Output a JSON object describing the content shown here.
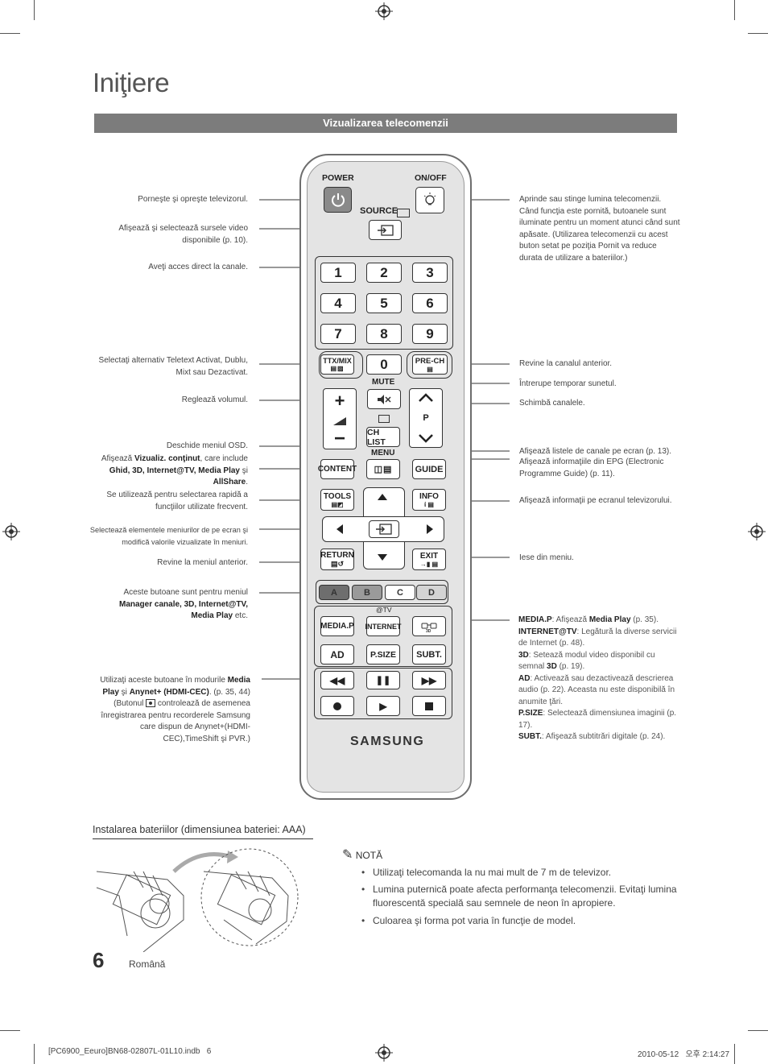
{
  "page": {
    "title": "Iniţiere",
    "section_title": "Vizualizarea telecomenzii",
    "page_number": "6",
    "language": "Română",
    "footer_file": "[PC6900_Eeuro]BN68-02807L-01L10.indb   6",
    "footer_date": "2010-05-12   오후 2:14:27"
  },
  "left_callouts": [
    {
      "text": "Porneşte şi opreşte televizorul."
    },
    {
      "text": "Afişează şi selectează sursele video disponibile (p. 10)."
    },
    {
      "text": "Aveţi acces direct la canale."
    },
    {
      "text": "Selectaţi alternativ Teletext Activat, Dublu, Mixt sau Dezactivat."
    },
    {
      "text": "Reglează volumul."
    },
    {
      "text": "Deschide meniul OSD."
    },
    {
      "text_a": "Afişează ",
      "text_b": "Vizualiz. conţinut",
      "text_c": ", care include ",
      "text_d": "Ghid, 3D, Internet@TV, Media Play",
      "text_e": " şi ",
      "text_f": "AllShare",
      "text_g": "."
    },
    {
      "text": "Se utilizează pentru selectarea rapidă a funcţiilor utilizate frecvent."
    },
    {
      "text": "Selectează elementele meniurilor de pe ecran şi modifică valorile vizualizate în meniuri."
    },
    {
      "text": "Revine la meniul anterior."
    },
    {
      "text_a": "Aceste butoane sunt pentru meniul ",
      "text_b": "Manager canale, 3D, Internet@TV, Media Play",
      "text_c": " etc."
    },
    {
      "text_a": "Utilizaţi aceste butoane în modurile ",
      "text_b": "Media Play",
      "text_c": " şi ",
      "text_d": "Anynet+ (HDMI-CEC)",
      "text_e": ". (p. 35, 44) (Butonul ",
      "text_f": " controlează de asemenea înregistrarea pentru recorderele Samsung care dispun de Anynet+(HDMI-CEC),TimeShift şi PVR.)"
    }
  ],
  "right_callouts": [
    {
      "text": "Aprinde sau stinge lumina telecomenzii. Când funcţia este pornită, butoanele sunt iluminate pentru un moment atunci când sunt apăsate. (Utilizarea telecomenzii cu acest buton setat pe poziţia Pornit va reduce durata de utilizare a bateriilor.)"
    },
    {
      "text": "Revine la canalul anterior."
    },
    {
      "text": "Întrerupe temporar sunetul."
    },
    {
      "text": "Schimbă canalele."
    },
    {
      "text": "Afişează listele de canale pe ecran (p. 13)."
    },
    {
      "text": "Afişează informaţiile din EPG (Electronic Programme Guide) (p. 11)."
    },
    {
      "text": "Afişează informaţii pe ecranul televizorului."
    },
    {
      "text": "Iese din meniu."
    }
  ],
  "media_desc": [
    {
      "key": "MEDIA.P",
      "val_a": ": Afişează ",
      "val_b": "Media Play",
      "val_c": " (p. 35)."
    },
    {
      "key": "INTERNET@TV",
      "val_a": ": Legătură la diverse servicii de Internet (p. 48).",
      "val_b": "",
      "val_c": ""
    },
    {
      "key": "3D",
      "val_a": ": Setează modul video disponibil cu semnal ",
      "val_b": "3D",
      "val_c": " (p. 19)."
    },
    {
      "key": "AD",
      "val_a": ": Activează sau dezactivează descrierea audio (p. 22). Aceasta nu este disponibilă în anumite ţări.",
      "val_b": "",
      "val_c": ""
    },
    {
      "key": "P.SIZE",
      "val_a": ": Selectează dimensiunea imaginii (p. 17).",
      "val_b": "",
      "val_c": ""
    },
    {
      "key": "SUBT.",
      "val_a": ": Afişează subtitrări digitale (p. 24).",
      "val_b": "",
      "val_c": ""
    }
  ],
  "remote": {
    "power": "POWER",
    "onoff": "ON/OFF",
    "source": "SOURCE",
    "digits": [
      "1",
      "2",
      "3",
      "4",
      "5",
      "6",
      "7",
      "8",
      "9",
      "0"
    ],
    "ttx": "TTX/MIX",
    "prech": "PRE-CH",
    "mute": "MUTE",
    "p": "P",
    "chlist": "CH LIST",
    "menu": "MENU",
    "content": "CONTENT",
    "guide": "GUIDE",
    "tools": "TOOLS",
    "info": "INFO",
    "return": "RETURN",
    "exit": "EXIT",
    "colors": [
      "A",
      "B",
      "C",
      "D"
    ],
    "atv": "@TV",
    "mediap": "MEDIA.P",
    "internet": "INTERNET",
    "ad": "AD",
    "psize": "P.SIZE",
    "subt": "SUBT.",
    "brand": "SAMSUNG"
  },
  "battery": {
    "heading": "Instalarea bateriilor (dimensiunea bateriei: AAA)",
    "note_label": "NOTĂ",
    "notes": [
      "Utilizaţi telecomanda la nu mai mult de 7 m de televizor.",
      "Lumina puternică poate afecta performanţa telecomenzii. Evitaţi lumina fluorescentă specială sau semnele de neon în apropiere.",
      "Culoarea şi forma pot varia în funcţie de model."
    ]
  },
  "colors": {
    "bar": "#7c7c7c",
    "btn_a": "#6e6e6e",
    "btn_b": "#9a9a9a"
  }
}
